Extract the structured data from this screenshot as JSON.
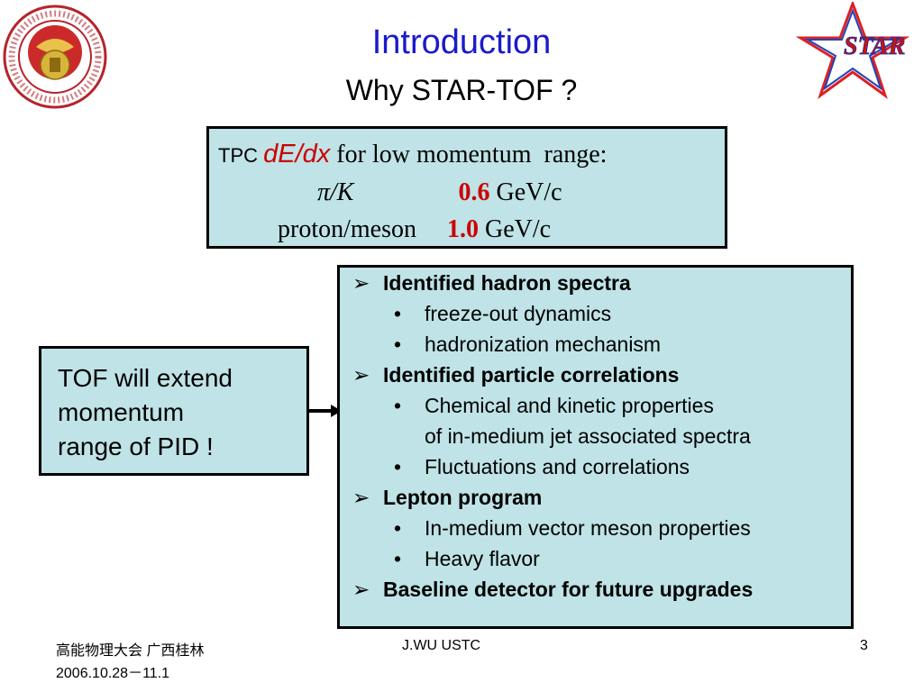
{
  "header": {
    "title": "Introduction",
    "subtitle": "Why STAR-TOF ?",
    "star_logo_text": "STAR"
  },
  "tpc_box": {
    "line1_prefix": "TPC ",
    "line1_quantity": "dE/dx",
    "line1_rest": " for low momentum  range:",
    "line2_label": "π/K",
    "line2_value": "0.6",
    "line2_unit": " GeV/c",
    "line3_label": "proton/meson",
    "line3_value": "1.0",
    "line3_unit": " GeV/c"
  },
  "tof_box": {
    "lines": [
      "TOF will extend",
      "momentum",
      "range of PID !"
    ]
  },
  "list": {
    "items": [
      {
        "text": "Identified hadron spectra"
      },
      {
        "text": "freeze-out dynamics"
      },
      {
        "text": "hadronization mechanism"
      },
      {
        "text": "Identified particle correlations"
      },
      {
        "text": "Chemical and kinetic properties"
      },
      {
        "text": "of in-medium jet associated spectra"
      },
      {
        "text": "Fluctuations and correlations"
      },
      {
        "text": "Lepton program"
      },
      {
        "text": "In-medium vector meson properties"
      },
      {
        "text": "Heavy flavor"
      },
      {
        "text": "Baseline detector for future upgrades"
      }
    ]
  },
  "footer": {
    "left_line1": "高能物理大会 广西桂林",
    "left_line2": "2006.10.28－11.1",
    "center": "J.WU USTC",
    "page": "3"
  }
}
